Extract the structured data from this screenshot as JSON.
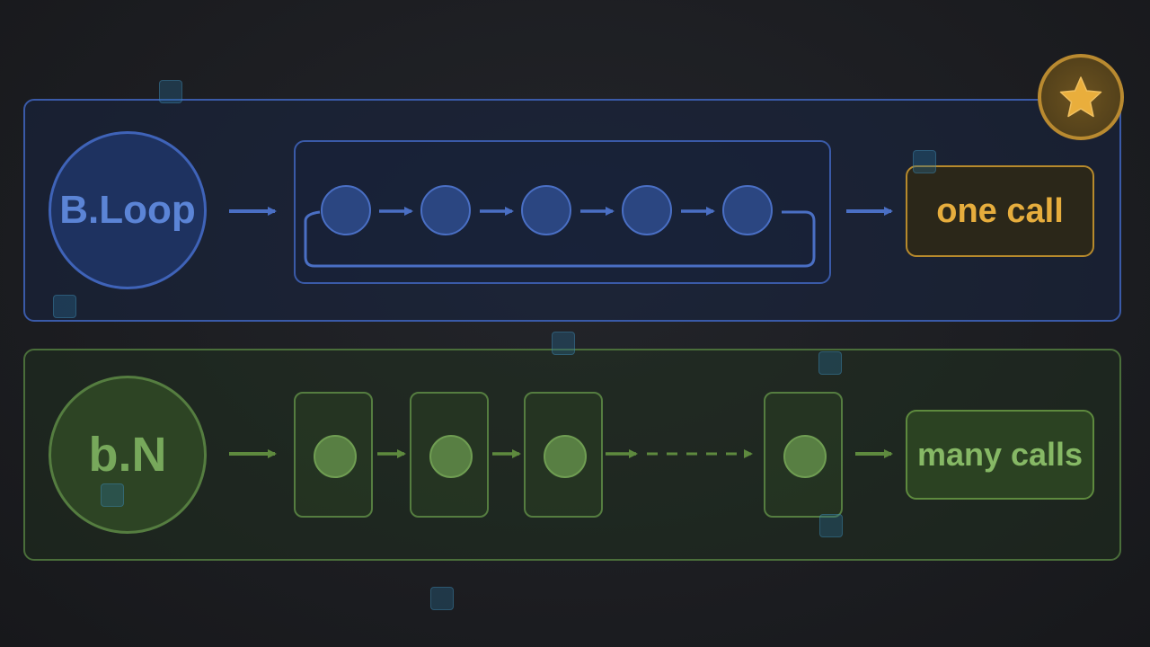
{
  "top_row": {
    "label": "B.Loop",
    "result": "one call",
    "node_count": 5
  },
  "bottom_row": {
    "label": "b.N",
    "result": "many calls",
    "frame_count": 4
  },
  "colors": {
    "blue": "#3f63b8",
    "green": "#557d40",
    "gold": "#e6ad3d"
  },
  "icons": {
    "badge": "star-icon"
  }
}
